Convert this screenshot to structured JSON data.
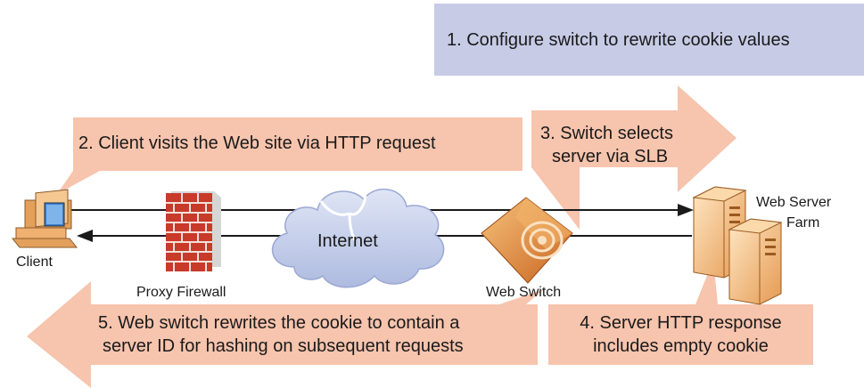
{
  "step1": {
    "text": "1. Configure switch to rewrite cookie values"
  },
  "step2": {
    "text": "2. Client visits the Web site via HTTP request"
  },
  "step3": {
    "line1": "3. Switch selects",
    "line2": "server via SLB"
  },
  "step4": {
    "line1": "4. Server HTTP response",
    "line2": "includes empty cookie"
  },
  "step5": {
    "line1": "5. Web switch rewrites the cookie to contain a",
    "line2": "server ID for hashing on subsequent requests"
  },
  "nodes": {
    "client": "Client",
    "firewall": "Proxy Firewall",
    "internet": "Internet",
    "switch": "Web Switch",
    "farm_line1": "Web Server",
    "farm_line2": "Farm"
  },
  "colors": {
    "step1_box": "#c7cbe6",
    "callout": "#f7c4ad",
    "brick": "#c83a2a",
    "cloud": "#c9d3ec",
    "switch": "#e08a3c",
    "server": "#f0b070"
  }
}
